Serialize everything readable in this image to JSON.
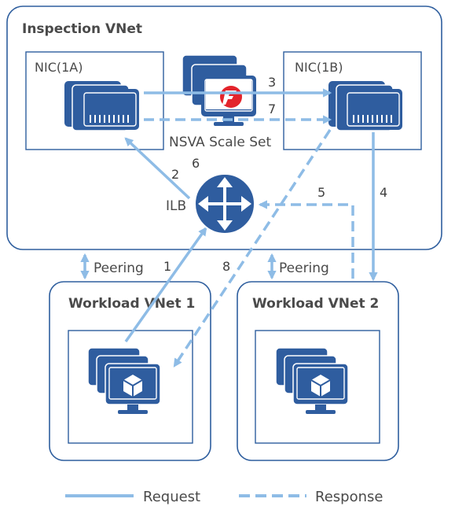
{
  "boxes": {
    "inspection": "Inspection VNet",
    "workload1": "Workload VNet 1",
    "workload2": "Workload VNet 2"
  },
  "nics": {
    "a": "NIC(1A)",
    "b": "NIC(1B)"
  },
  "scale_set_label": "NSVA Scale Set",
  "ilb_label": "ILB",
  "peering": {
    "left": "Peering",
    "right": "Peering"
  },
  "flows": {
    "f1": "1",
    "f2": "2",
    "f3": "3",
    "f4": "4",
    "f5": "5",
    "f6": "6",
    "f7": "7",
    "f8": "8"
  },
  "legend": {
    "request": "Request",
    "response": "Response"
  },
  "colors": {
    "frame": "#2e5e9e",
    "arrow": "#8ebce6",
    "device": "#2f5d9f",
    "brand": "#e3242b"
  },
  "icons": {
    "server": "server-icon",
    "monitor": "monitor-icon",
    "router": "router-icon",
    "brand": "security-logo-icon",
    "vm": "virtual-machine-icon"
  }
}
